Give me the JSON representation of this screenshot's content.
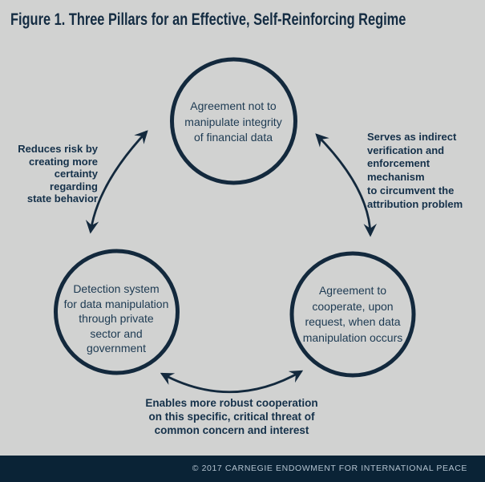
{
  "figure": {
    "title": "Figure 1. Three Pillars for an Effective, Self-Reinforcing Regime"
  },
  "circles": {
    "top": {
      "text": "Agreement not to\nmanipulate integrity\nof financial data"
    },
    "bottom_left": {
      "text": "Detection system\nfor data manipulation\nthrough private\nsector and\ngovernment"
    },
    "bottom_right": {
      "text": "Agreement to\ncooperate, upon\nrequest, when data\nmanipulation occurs"
    }
  },
  "edge_labels": {
    "left": "Reduces risk by\ncreating more\ncertainty regarding\nstate behavior",
    "right": "Serves as indirect\nverification and\nenforcement mechanism\nto circumvent the\nattribution problem",
    "bottom": "Enables more robust cooperation\non this specific, critical threat of\ncommon concern and interest"
  },
  "footer": {
    "credit": "© 2017 CARNEGIE ENDOWMENT FOR INTERNATIONAL PEACE"
  },
  "colors": {
    "background": "#d1d2d1",
    "navy_stroke": "#13293d",
    "title_text": "#142c42",
    "circle_text": "#1d3a52",
    "label_text": "#15314a",
    "footer_background": "#0a2336",
    "footer_text": "#b3c2cf"
  }
}
